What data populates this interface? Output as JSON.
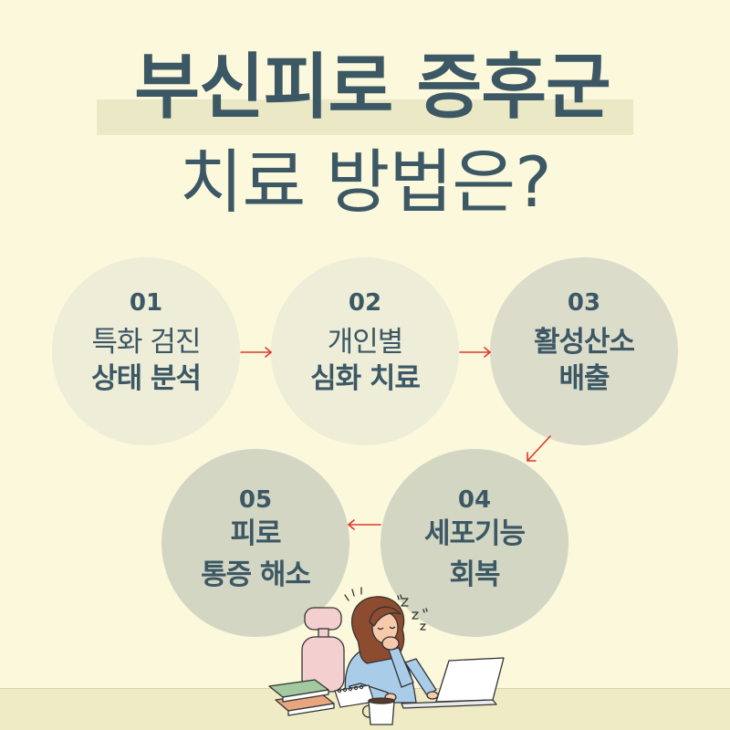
{
  "title": {
    "line1": "부신피로 증후군",
    "line2": "치료 방법은?"
  },
  "steps": [
    {
      "number": "01",
      "line1": "특화 검진",
      "line2": "상태 분석"
    },
    {
      "number": "02",
      "line1": "개인별",
      "line2": "심화 치료"
    },
    {
      "number": "03",
      "line1": "활성산소",
      "line2": "배출"
    },
    {
      "number": "04",
      "line1": "세포기능",
      "line2": "회복"
    },
    {
      "number": "05",
      "line1": "피로",
      "line2": "통증 해소"
    }
  ],
  "icons": {
    "flow_arrows": [
      "arrow-right-icon",
      "arrow-right-icon",
      "arrow-down-left-icon",
      "arrow-left-icon"
    ],
    "illustration": "tired-woman-at-desk"
  },
  "colors": {
    "background": "#fbf8dc",
    "text": "#3c5865",
    "highlight": "#ebe8c6",
    "arrow": "#e0382c",
    "circle_light": "#eeedd8",
    "circle_mid": "#dcdcca",
    "circle_dark": "#d3d6c3",
    "floor": "#efebc4"
  }
}
